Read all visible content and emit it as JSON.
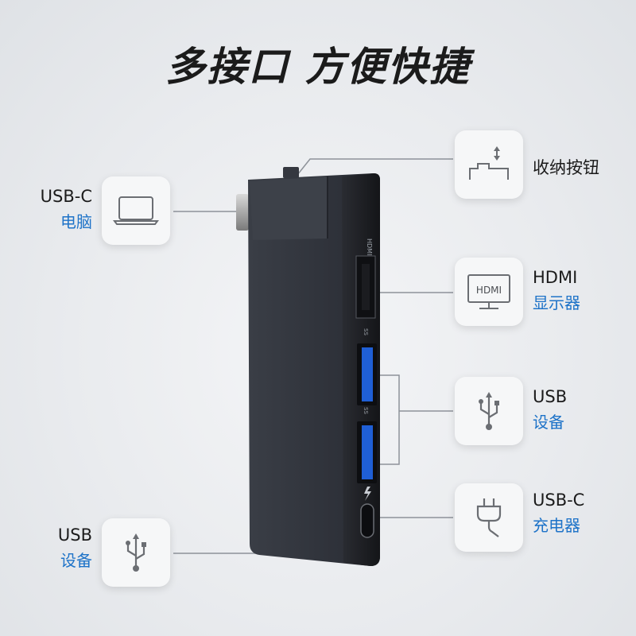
{
  "title": "多接口 方便快捷",
  "callouts": {
    "usbc_pc": {
      "line1": "USB-C",
      "line2": "电脑",
      "icon": "laptop-icon"
    },
    "usb_left": {
      "line1": "USB",
      "line2": "设备",
      "icon": "usb-icon"
    },
    "button": {
      "line1": "收纳按钮",
      "icon": "retract-button-icon"
    },
    "hdmi": {
      "line1": "HDMI",
      "line2": "显示器",
      "icon": "hdmi-monitor-icon",
      "icon_text": "HDMI"
    },
    "usb_right": {
      "line1": "USB",
      "line2": "设备",
      "icon": "usb-icon"
    },
    "usbc_pd": {
      "line1": "USB-C",
      "line2": "充电器",
      "icon": "power-plug-icon"
    }
  },
  "device": {
    "hdmi_port_text": "HDMI",
    "usb_port_text": "SS"
  },
  "colors": {
    "accent": "#1e73c8",
    "usb_blue": "#1f5fd6",
    "device_body": "#2b2e35"
  }
}
